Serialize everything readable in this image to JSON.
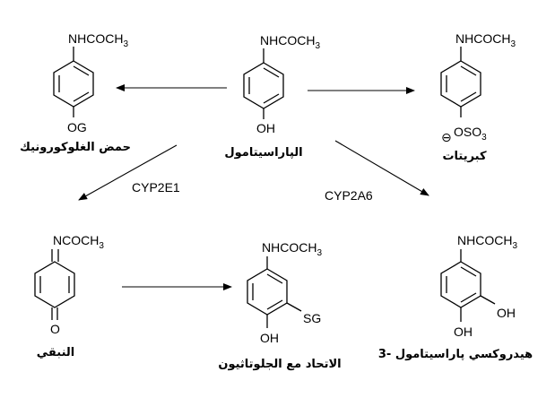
{
  "molecules": {
    "paracetamol": {
      "top_group": "NHCOCH",
      "top_sub": "3",
      "bottom_group": "OH",
      "name": "الپاراسيتامول"
    },
    "glucuronide": {
      "top_group": "NHCOCH",
      "top_sub": "3",
      "bottom_group": "OG",
      "name": "حمض الغلوكورونيك"
    },
    "sulfate": {
      "top_group": "NHCOCH",
      "top_sub": "3",
      "charge": "⊖",
      "bottom_group": "OSO",
      "bottom_sub": "3",
      "name": "كبريتات"
    },
    "napqi": {
      "top_group": "NCOCH",
      "top_sub": "3",
      "bottom_group": "O",
      "name": "النبقي"
    },
    "glutathione": {
      "top_group": "NHCOCH",
      "top_sub": "3",
      "side_group": "SG",
      "bottom_group": "OH",
      "name": "الاتحاد مع الجلوتاثيون"
    },
    "hydroxy": {
      "top_group": "NHCOCH",
      "top_sub": "3",
      "side_group": "OH",
      "bottom_group": "OH",
      "name": "3- هيدروكسي پاراسيتامول"
    }
  },
  "enzymes": {
    "left": "CYP2E1",
    "right": "CYP2A6"
  }
}
